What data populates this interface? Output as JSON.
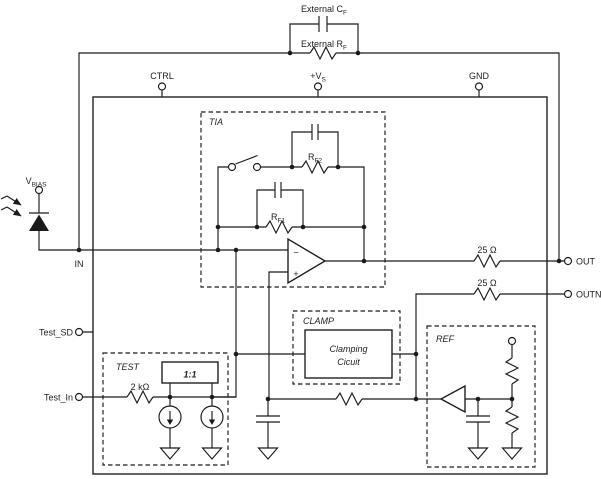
{
  "diagram": {
    "external": {
      "cap_main": "External C",
      "cap_sub": "F",
      "res_main": "External R",
      "res_sub": "F"
    },
    "pins": {
      "ctrl": "CTRL",
      "vs_main": "+V",
      "vs_sub": "S",
      "gnd": "GND",
      "vbias_main": "V",
      "vbias_sub": "BIAS",
      "in": "IN",
      "test_sd": "Test_SD",
      "test_in": "Test_In",
      "out": "OUT",
      "outn": "OUTN"
    },
    "tia": {
      "title": "TIA",
      "rf2_main": "R",
      "rf2_sub": "F2",
      "rf1_main": "R",
      "rf1_sub": "F1",
      "opamp_minus": "−",
      "opamp_plus": "+"
    },
    "test": {
      "title": "TEST",
      "resistor": "2 kΩ",
      "ratio": "1:1"
    },
    "clamp": {
      "title": "CLAMP",
      "line1": "Clamping",
      "line2": "Cicuit"
    },
    "ref": {
      "title": "REF"
    },
    "output_resistors": {
      "out": "25 Ω",
      "outn": "25 Ω"
    },
    "colors": {
      "line": "#1a1a1a",
      "background": "#ffffff"
    }
  }
}
